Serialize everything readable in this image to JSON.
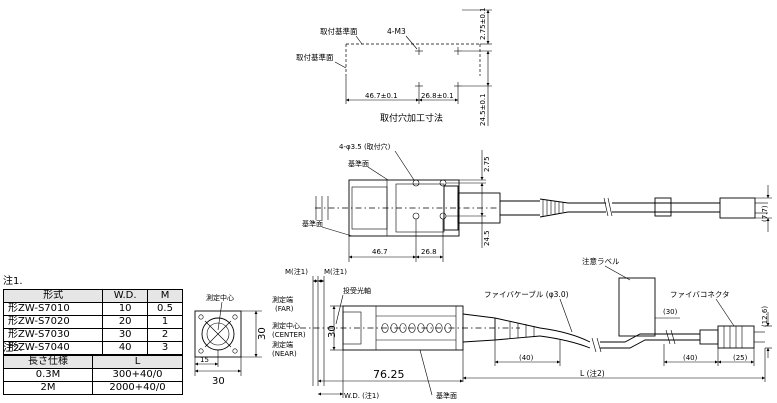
{
  "hole_drawing": {
    "ref_surface_label": "取付基準面",
    "screws": "4-M3",
    "dim_width": "46.7±0.1",
    "dim_pitch": "26.8±0.1",
    "dim_top": "2.75±0.1",
    "dim_height": "24.5±0.1",
    "caption": "取付穴加工寸法"
  },
  "side_view": {
    "hole_callout": "4-φ3.5 (取付穴)",
    "ref_label": "基準面",
    "dim_46_7": "46.7",
    "dim_26_8": "26.8",
    "dim_2_75": "2.75",
    "dim_24_5": "24.5",
    "dim_7_7": "(7.7)"
  },
  "notes": {
    "note1_title": "注1.",
    "table1": {
      "headers": [
        "形式",
        "W.D.",
        "M"
      ],
      "rows": [
        [
          "形ZW-S7010",
          "10",
          "0.5"
        ],
        [
          "形ZW-S7020",
          "20",
          "1"
        ],
        [
          "形ZW-S7030",
          "30",
          "2"
        ],
        [
          "形ZW-S7040",
          "40",
          "3"
        ]
      ]
    },
    "note2_title": "注2.",
    "table2": {
      "headers": [
        "長さ仕様",
        "L"
      ],
      "rows": [
        [
          "0.3M",
          "300+40/0"
        ],
        [
          "2M",
          "2000+40/0"
        ]
      ]
    }
  },
  "front_view": {
    "center_label": "測定中心",
    "dim_15": "15",
    "dim_30_h": "30",
    "dim_30_v": "30"
  },
  "bottom_view": {
    "m_note_left": "M(注1)",
    "m_note_right": "M(注1)",
    "optical_axis": "投受光軸",
    "far_label": "測定端",
    "far_sub": "(FAR)",
    "center_label": "測定中心",
    "center_sub": "(CENTER)",
    "near_label": "測定端",
    "near_sub": "(NEAR)",
    "dim_30": "30",
    "dim_76_25": "76.25",
    "wd_note": "W.D. (注1)",
    "ref_label": "基準面",
    "caution_label": "注意ラベル",
    "fiber_cable": "ファイバケーブル (φ3.0)",
    "fiber_connector": "ファイバコネクタ",
    "dim_30_paren": "(30)",
    "dim_40_a": "(40)",
    "dim_40_b": "(40)",
    "dim_25": "(25)",
    "dim_12_6": "(12.6)",
    "length_note": "L (注2)"
  }
}
